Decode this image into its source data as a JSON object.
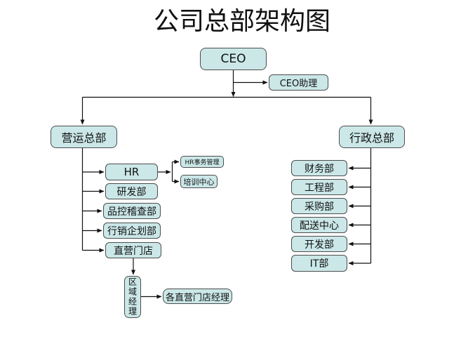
{
  "title": "公司总部架构图",
  "colors": {
    "background": "#ffffff",
    "box_fill": "#cbe7e8",
    "box_border": "#4d4d4d",
    "line": "#111111",
    "text": "#111111"
  },
  "nodes": {
    "ceo": "CEO",
    "ceo_assistant": "CEO助理",
    "operations_hq": "营运总部",
    "admin_hq": "行政总部",
    "hr": "HR",
    "hr_affairs": "HR事务管理",
    "training_center": "培训中心",
    "rnd": "研发部",
    "quality_inspection": "品控稽查部",
    "marketing_planning": "行销企划部",
    "direct_stores": "直营门店",
    "regional_manager": "区域经理",
    "store_managers": "各直营门店经理",
    "finance": "财务部",
    "engineering": "工程部",
    "procurement": "采购部",
    "distribution_center": "配送中心",
    "development": "开发部",
    "it": "IT部"
  },
  "edges": [
    {
      "from": "ceo",
      "to": "ceo_assistant"
    },
    {
      "from": "ceo",
      "to": "operations_hq"
    },
    {
      "from": "ceo",
      "to": "admin_hq"
    },
    {
      "from": "operations_hq",
      "to": "hr"
    },
    {
      "from": "operations_hq",
      "to": "rnd"
    },
    {
      "from": "operations_hq",
      "to": "quality_inspection"
    },
    {
      "from": "operations_hq",
      "to": "marketing_planning"
    },
    {
      "from": "operations_hq",
      "to": "direct_stores"
    },
    {
      "from": "hr",
      "to": "hr_affairs"
    },
    {
      "from": "hr",
      "to": "training_center"
    },
    {
      "from": "direct_stores",
      "to": "regional_manager"
    },
    {
      "from": "regional_manager",
      "to": "store_managers"
    },
    {
      "from": "admin_hq",
      "to": "finance"
    },
    {
      "from": "admin_hq",
      "to": "engineering"
    },
    {
      "from": "admin_hq",
      "to": "procurement"
    },
    {
      "from": "admin_hq",
      "to": "distribution_center"
    },
    {
      "from": "admin_hq",
      "to": "development"
    },
    {
      "from": "admin_hq",
      "to": "it"
    }
  ]
}
